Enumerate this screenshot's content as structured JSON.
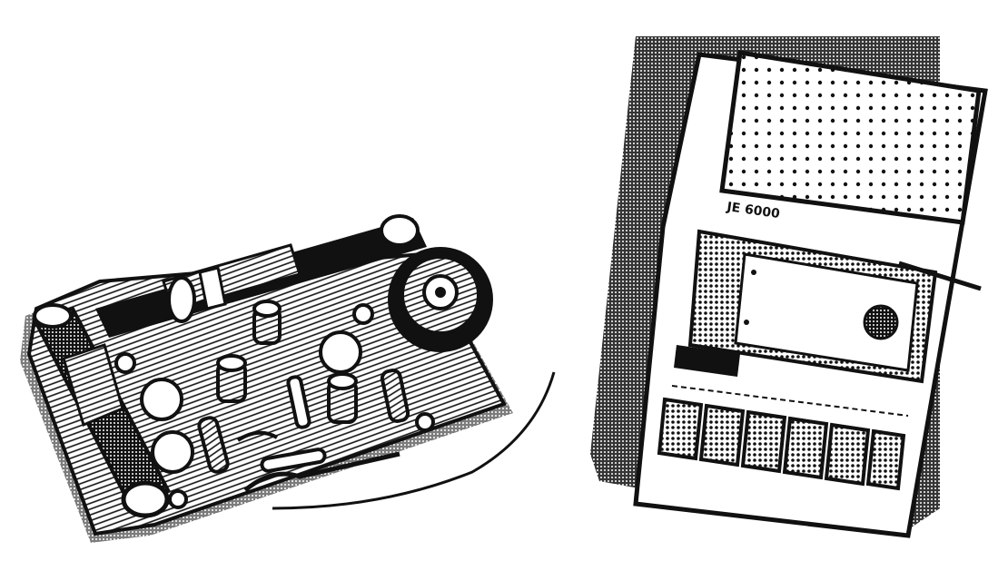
{
  "illustration": {
    "items": [
      {
        "name": "circuit-board"
      },
      {
        "name": "cassette-recorder"
      }
    ]
  },
  "recorder": {
    "label": "JE 6000",
    "button_count": 6
  },
  "colors": {
    "ink": "#111111",
    "paper": "#ffffff"
  }
}
